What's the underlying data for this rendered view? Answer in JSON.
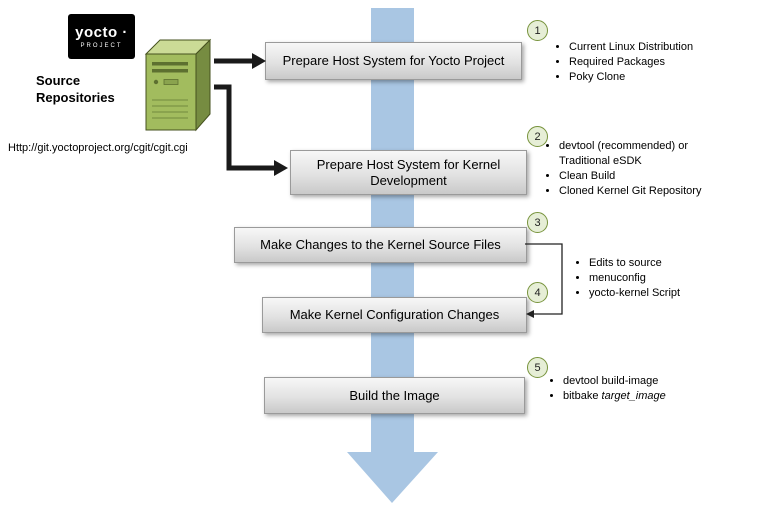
{
  "logo": {
    "wordmark": "yocto ·",
    "subtext": "PROJECT"
  },
  "source": {
    "title_line1": "Source",
    "title_line2": "Repositories",
    "url": "Http://git.yoctoproject.org/cgit/cgit.cgi"
  },
  "flow": {
    "steps": [
      {
        "badge": "1",
        "label": "Prepare Host System for Yocto Project",
        "bullets": [
          "Current Linux Distribution",
          "Required Packages",
          "Poky Clone"
        ]
      },
      {
        "badge": "2",
        "label": "Prepare Host System for Kernel Development",
        "bullets": [
          "devtool (recommended) or Traditional eSDK",
          "Clean Build",
          "Cloned Kernel Git Repository"
        ]
      },
      {
        "badge": "3",
        "label": "Make Changes to the Kernel Source Files",
        "bullets": []
      },
      {
        "badge": "4",
        "label": "Make Kernel Configuration Changes",
        "bullets": []
      },
      {
        "badge": "5",
        "label": "Build the Image",
        "bullets": [
          "devtool build-image"
        ],
        "bitbake": {
          "prefix": "bitbake ",
          "arg": "target_image"
        }
      }
    ],
    "shared_bullets_34": [
      "Edits to source",
      "menuconfig",
      "yocto-kernel Script"
    ]
  },
  "colors": {
    "flow_arrow_blue": "#a9c6e3",
    "badge_fill": "#e6eed6",
    "badge_border": "#77933c",
    "server_green": "#a2bc5e",
    "box_gradient_top": "#f7f7f7",
    "box_gradient_bottom": "#c9c9c9",
    "connector_black": "#1a1a1a"
  }
}
